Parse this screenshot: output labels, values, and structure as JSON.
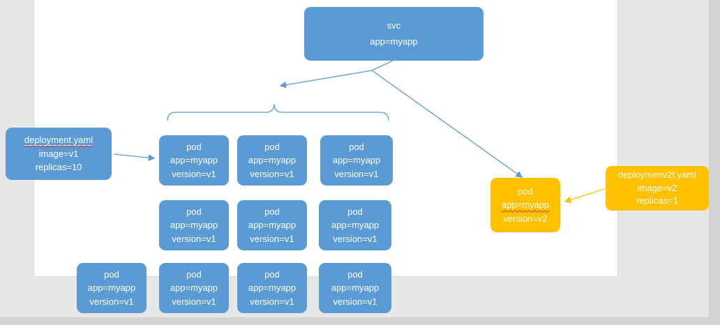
{
  "colors": {
    "node_blue": "#5B9BD5",
    "node_orange": "#FFC000",
    "node_text": "#FFFFFF",
    "connector_blue": "#5B9BD5",
    "connector_orange": "#FFC000",
    "spellcheck_red": "#E03535",
    "slide_background": "#FFFFFF",
    "app_background": "#E7E7E7"
  },
  "svc_node": {
    "line1": "svc",
    "line2": "app=myapp"
  },
  "deployment_v1_node": {
    "line1": "deployment.yaml",
    "line2": "image=v1",
    "line3": "replicas=10"
  },
  "pod_v1": {
    "count": 10,
    "line1": "pod",
    "line2": "app=myapp",
    "line3": "version=v1"
  },
  "pod_v2_node": {
    "line1": "pod",
    "line2": "app=myapp",
    "line3": "version=v2"
  },
  "deployment_v2_node": {
    "line1": "deploymenv2t.yaml",
    "line2": "image=v2",
    "line3": "replicas=1"
  }
}
